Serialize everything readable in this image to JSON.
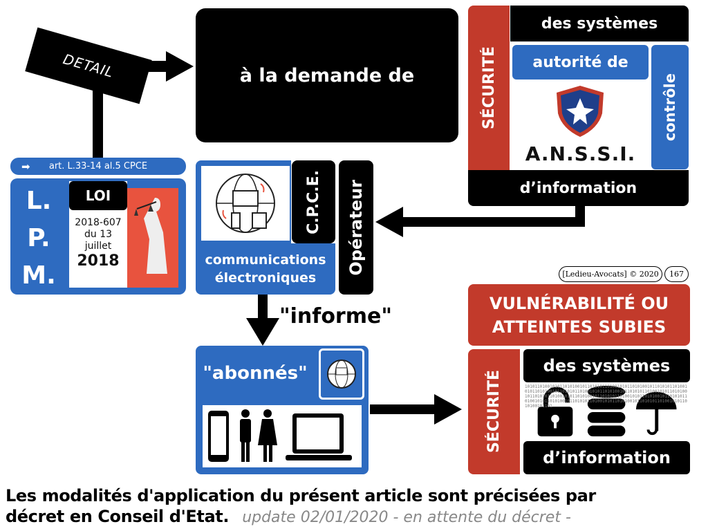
{
  "sign": {
    "label": "DETAIL"
  },
  "request_box": {
    "label": "à la demande de"
  },
  "anssi": {
    "securite": "SÉCURITÉ",
    "systems": "des systèmes",
    "authority": "autorité de",
    "control": "contrôle",
    "logo_text": "A.N.S.S.I.",
    "information": "d’information"
  },
  "law": {
    "article": "art. L.33-14 al.5  CPCE",
    "letters": [
      "L.",
      "P.",
      "M."
    ],
    "loi": "LOI",
    "ref": "2018-607",
    "date_line1": "du 13",
    "date_line2": "juillet",
    "year": "2018"
  },
  "operator": {
    "cpce": "C.P.C.E.",
    "operateur": "Opérateur",
    "communications": "communications",
    "electroniques": "électroniques"
  },
  "informe": "\"informe\"",
  "subscribers": {
    "label": "\"abonnés\""
  },
  "copyright": {
    "text": "[Ledieu-Avocats] © 2020",
    "page": "167"
  },
  "vulnerability": {
    "title_line1": "VULNÉRABILITÉ OU",
    "title_line2": "ATTEINTES SUBIES",
    "securite": "SÉCURITÉ",
    "systems": "des systèmes",
    "information": "d’information",
    "binary": "1010110100101011010100101101010110100101011010100101101010110100101011010100101101010110100101011010100101101010110100101011010100101101010110100101011010100101101010110100101011010100101101010110100101011010100101101010110100101011010100101101010110100101011010100101101"
  },
  "footer": {
    "line1": "Les modalités d'application du présent article sont précisées par",
    "line2": "décret en Conseil d'Etat.",
    "update": "update 02/01/2020 - en attente du décret -"
  }
}
